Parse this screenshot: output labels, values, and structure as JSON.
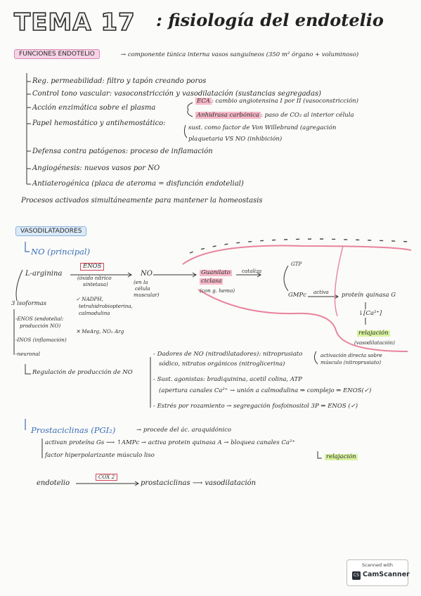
{
  "title": {
    "tema": "TEMA 17",
    "rest": ": fisiología del endotelio"
  },
  "funciones": {
    "heading": "FUNCIONES ENDOTELIO",
    "intro": "→ componente túnica interna vasos sanguíneos (350 m² órgano + voluminoso)",
    "items": [
      "Reg. permeabilidad: filtro y tapón creando poros",
      "Control tono vascular: vasoconstricción y vasodilatación (sustancias segregadas)",
      "Acción enzimática sobre el plasma",
      "Papel hemostático y antihemostático:",
      "Defensa contra patógenos: proceso de inflamación",
      "Angiogénesis: nuevos vasos por NO",
      "Antiaterogénica (placa de ateroma = disfunción endotelial)"
    ],
    "eca": "ECA",
    "eca_rest": ": cambio angiotensina I por II (vasoconstricción)",
    "anhidrasa": "Anhidrasa carbónica",
    "anhidrasa_rest": ": paso de CO₂ al interior célula",
    "hemo_line1": "sust. como factor de Von Willebrand (agregación",
    "hemo_line2": "plaquetaria VS NO (inhibición)",
    "summary": "Procesos activados simultáneamente para mantener la homeostasis"
  },
  "vaso": {
    "heading": "VASODILATADORES",
    "no_head": "NO (principal)",
    "arginina": "L-arginina",
    "enos": "ENOS",
    "enos_sub1": "(óxido nítrico",
    "enos_sub2": "sintetasa)",
    "no": "NO",
    "no_sub1": "(en la",
    "no_sub2": "célula",
    "no_sub3": "muscular)",
    "guanilato1": "Guanilato",
    "guanilato2": "ciclasa",
    "guanilato_sub": "(con g. hemo)",
    "cataliza": "cataliza",
    "gtp": "GTP",
    "gmpc": "GMPc",
    "activa": "activa",
    "proteinG": "proteín quinasa G",
    "ca": "↓[Ca²⁺]",
    "relajacion": "relajación",
    "vasodil": "(vasodilatación)",
    "isoformas": "3 isoformas",
    "enos_iso": "-ENOS (endotelial:",
    "enos_iso2": "producción NO)",
    "inos_iso": "-INOS (inflamación)",
    "neuronal_iso": "-neuronal",
    "check1": "✓ NADPH,",
    "check2": "tetrahidrobiopterina,",
    "check3": "calmodulina",
    "cross": "✕ MeArg, NO₂ Arg",
    "regulacion": "Regulación de producción de NO",
    "dadores": "- Dadores de NO (nitrodilatadores): nitroprusiato",
    "dadores2": "sódico, nitratos orgánicos (nitroglicerina)",
    "activacion1": "activación directa sobre",
    "activacion2": "músculo (nitroprusiato)",
    "sust": "- Sust. agonistas: bradiquinina, acetil colina, ATP",
    "sust2": "(apertura canales Ca²⁺ → unión a calmodulina ⇒ complejo ⇒ ENOS(✓)",
    "estres": "- Estrés por rozamiento → segregación fosfoinositol 3P ⇒ ENOS (✓)"
  },
  "prosta": {
    "heading": "Prostaciclinas (PGI₂)",
    "heading_rest": "→ procede del ác. araquidónico",
    "line1": "activan proteína Gs ⟶ ↑AMPc → activa protein quinasa A → bloquea canales Ca²⁺",
    "line2": "factor hiperpolarizante músculo liso",
    "relajacion": "relajación",
    "endotelio": "endotelio",
    "cox": "COX 2",
    "prostaciclinas": "prostaciclinas ⟶ vasodilatación"
  },
  "scanner": {
    "top": "Scanned with",
    "brand": "CamScanner",
    "logo": "CS"
  }
}
